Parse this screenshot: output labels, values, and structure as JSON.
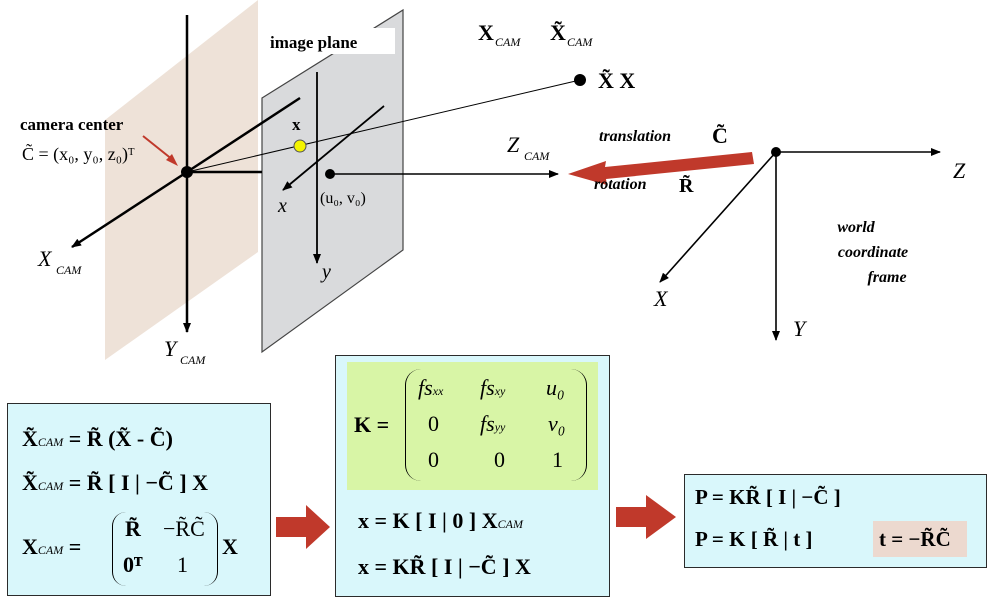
{
  "labels": {
    "image_plane": "image plane",
    "camera_center": "camera center",
    "camera_center_eq": "C̃ = (x₀, y₀, z₀)ᵀ",
    "x_cam": "X",
    "x_cam_sub": "CAM",
    "y_cam": "Y",
    "y_cam_sub": "CAM",
    "z_cam": "Z",
    "z_cam_sub": "CAM",
    "img_x": "x",
    "img_y": "y",
    "principal_point": "(u₀, v₀)",
    "point_x": "x",
    "top_xcam": "X",
    "top_xcam_sub": "CAM",
    "top_xcam_tilde": "X̃",
    "top_xcam_tilde_sub": "CAM",
    "point_label": "X̃  X",
    "translation": "translation",
    "translation_sym": "C̃",
    "rotation": "rotation",
    "rotation_sym": "R̃",
    "world_z": "Z",
    "world_x": "X",
    "world_y": "Y",
    "world_frame_1": "world",
    "world_frame_2": "coordinate",
    "world_frame_3": "frame"
  },
  "box_left": {
    "eq1": "X̃",
    "eq1_sub": "CAM",
    "eq1_rhs": "= R̃ (X̃ - C̃)",
    "eq2": "X̃",
    "eq2_sub": "CAM",
    "eq2_rhs": "= R̃ [ I | −C̃ ] X",
    "eq3": "X",
    "eq3_sub": "CAM",
    "eq3_mid": "=",
    "m11": "R̃",
    "m12": "−R̃C̃",
    "m21": "0ᵀ",
    "m22": "1",
    "eq3_tail": "X"
  },
  "box_mid": {
    "k_lhs": "K =",
    "k11": "fs",
    "k11_sub": "xx",
    "k12": "fs",
    "k12_sub": "xy",
    "k13": "u₀",
    "k21": "0",
    "k22": "fs",
    "k22_sub": "yy",
    "k23": "v₀",
    "k31": "0",
    "k32": "0",
    "k33": "1",
    "eq1": "x = K [ I | 0 ] X",
    "eq1_sub": "CAM",
    "eq2": "x = KR̃ [ I | −C̃ ] X"
  },
  "box_right": {
    "eq1": "P = KR̃ [ I | −C̃ ]",
    "eq2": "P = K [ R̃ | t ]",
    "eq3": "t = −R̃C̃"
  },
  "colors": {
    "plane_tan": "#eee2d8",
    "plane_gray": "#d9dadc",
    "box_fill": "#d9f7fb",
    "k_fill": "#d8f5a6",
    "arrow_red": "#c0392b",
    "point_yellow": "#f4f400",
    "t_fill": "#ecd9cf"
  }
}
